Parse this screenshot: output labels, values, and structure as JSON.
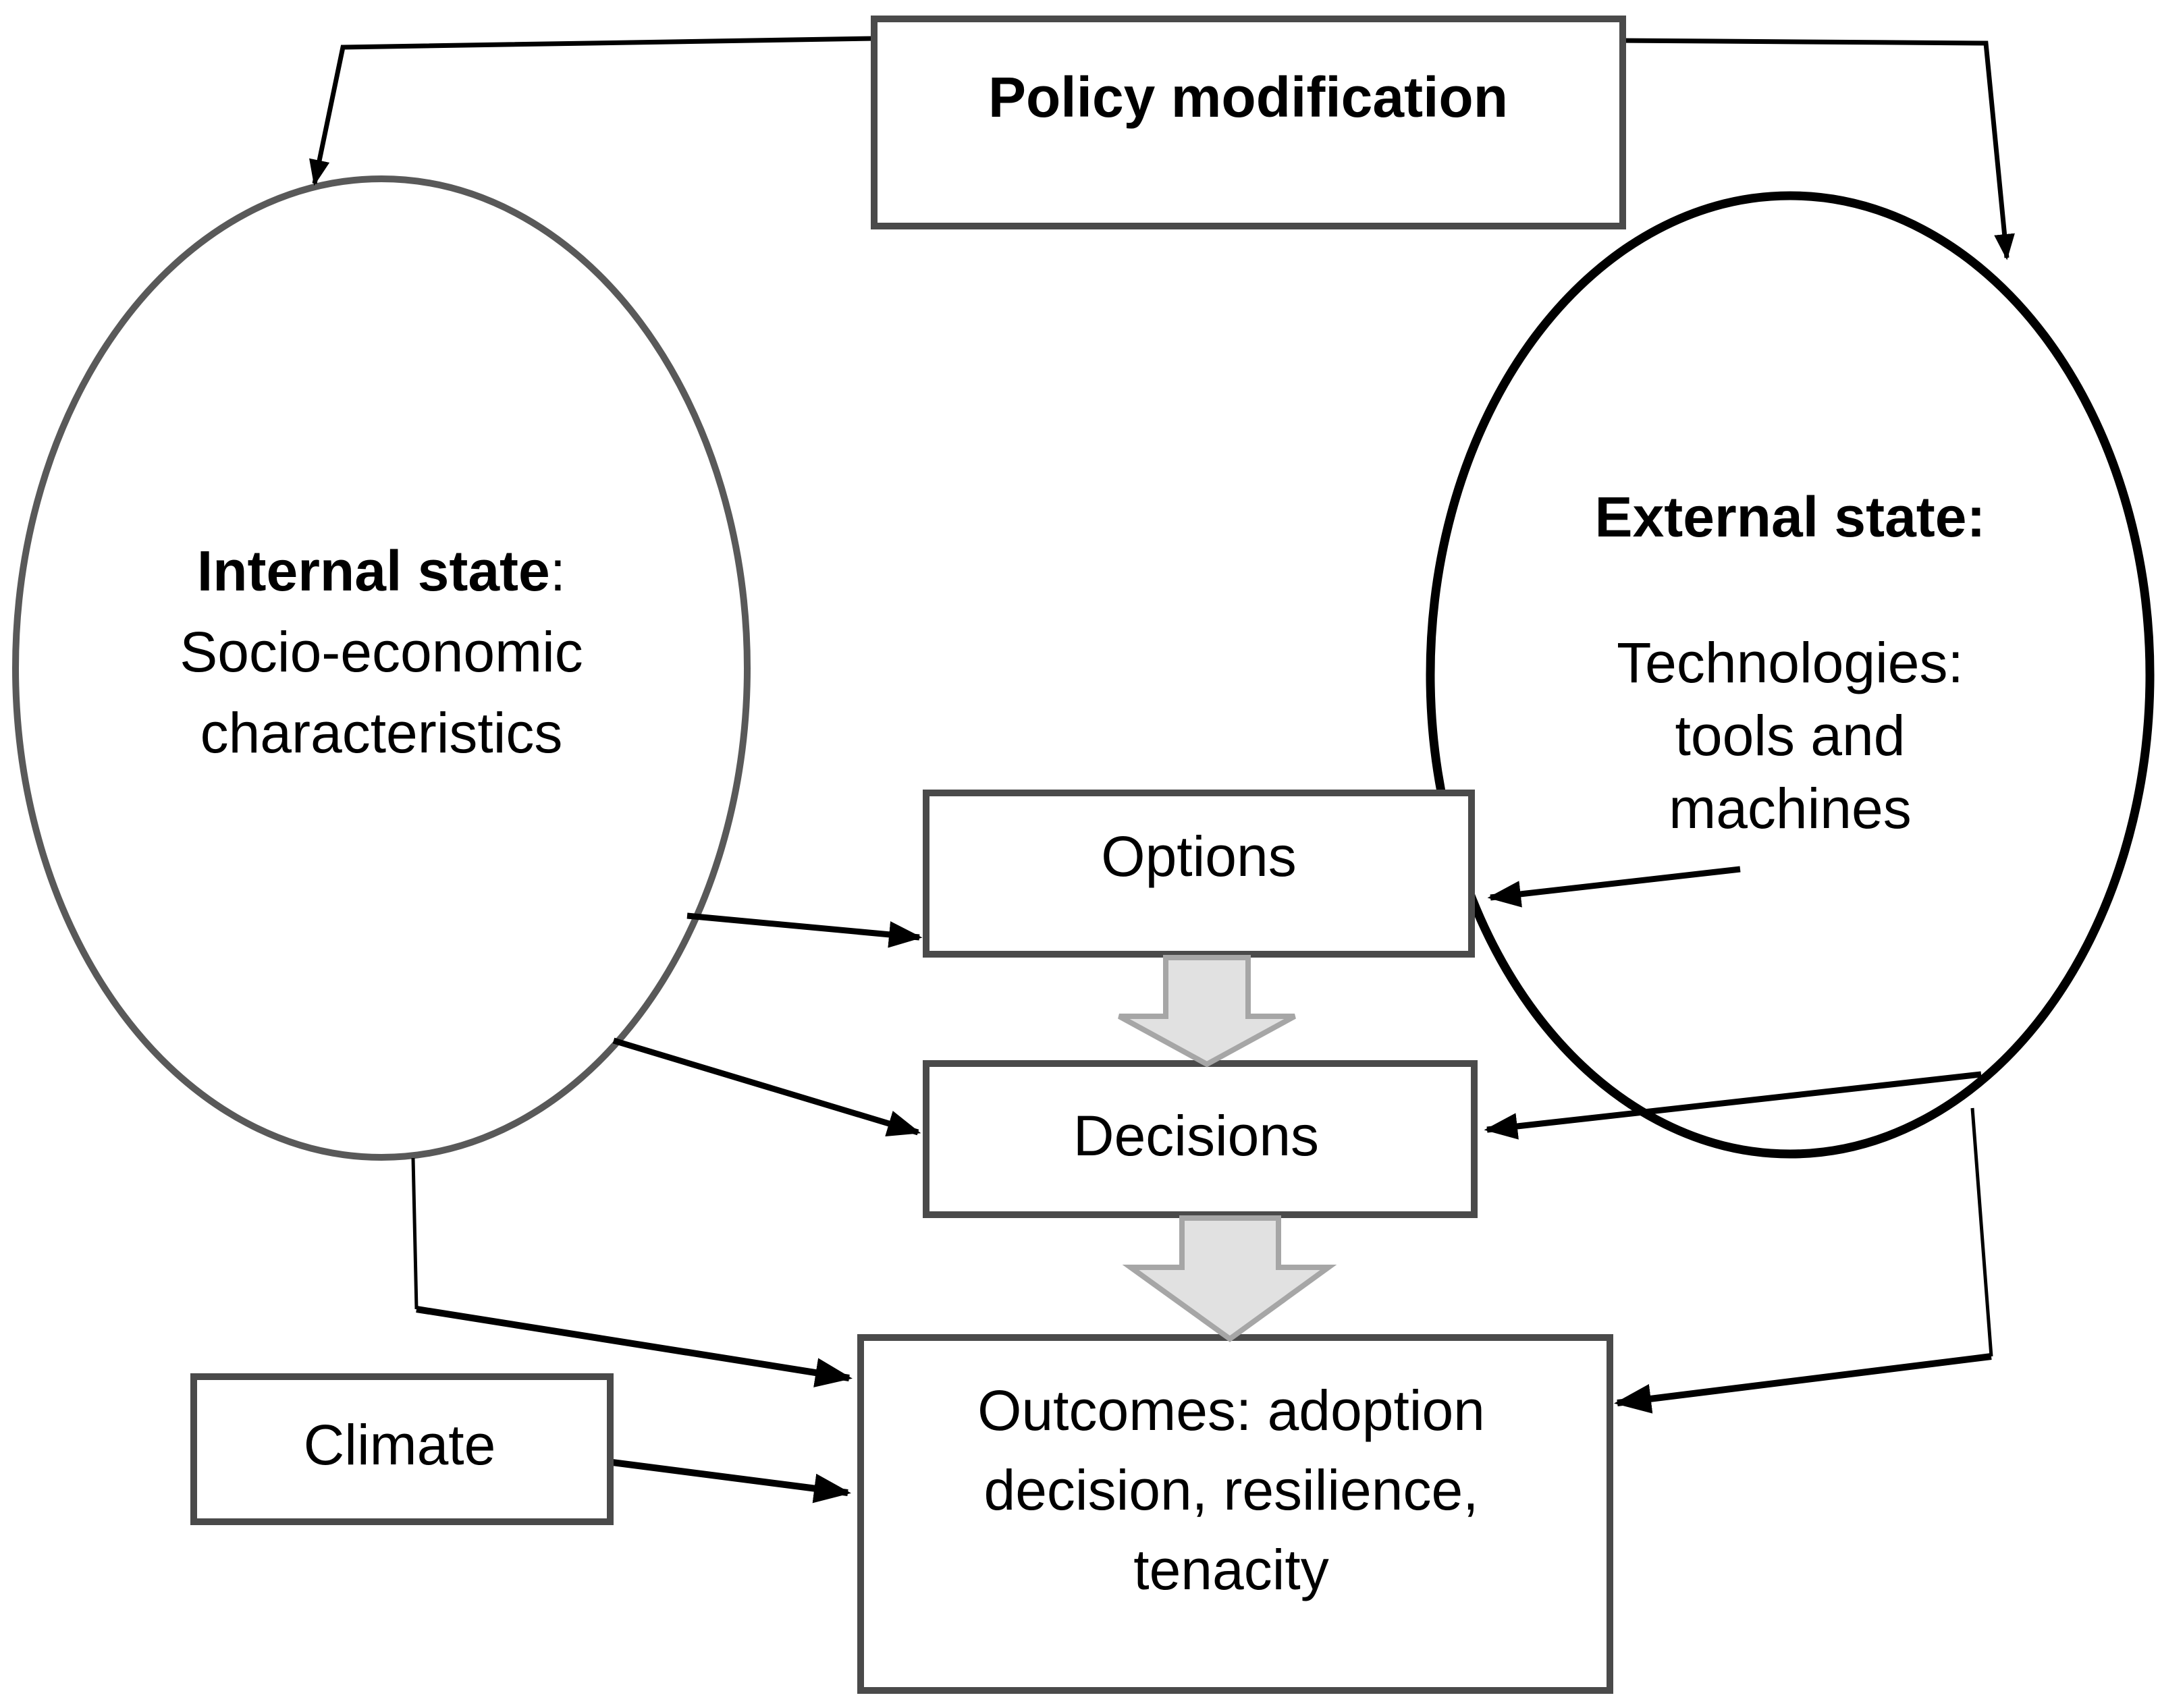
{
  "diagram": {
    "policy_box": {
      "label": "Policy modification"
    },
    "internal_ellipse": {
      "title": "Internal state",
      "title_colon": ":",
      "line2": "Socio-economic",
      "line3": "characteristics"
    },
    "external_ellipse": {
      "title": "External state:",
      "line2": "Technologies:",
      "line3": "tools and",
      "line4": "machines"
    },
    "options_box": {
      "label": "Options"
    },
    "decisions_box": {
      "label": "Decisions"
    },
    "outcomes_box": {
      "line1": "Outcomes: adoption",
      "line2": "decision, resilience,",
      "line3": "tenacity"
    },
    "climate_box": {
      "label": "Climate"
    },
    "colors": {
      "rect_border": "#4a4a4a",
      "internal_ellipse_border": "#595959",
      "external_ellipse_border": "#000000",
      "arrow": "#000000",
      "block_arrow_fill": "#e1e1e1",
      "block_arrow_border": "#a6a6a6",
      "text": "#000000",
      "background": "#ffffff"
    }
  }
}
